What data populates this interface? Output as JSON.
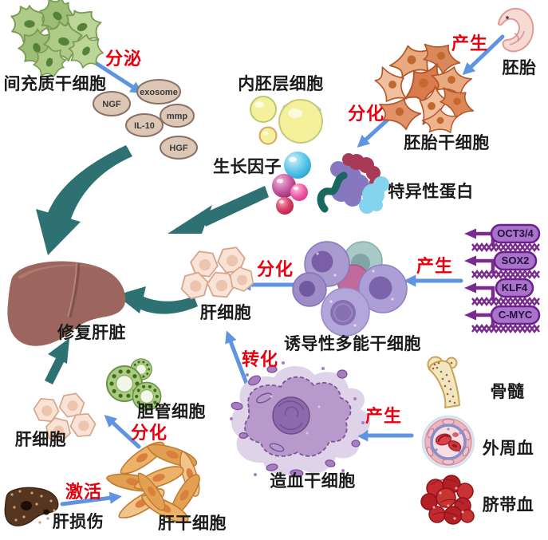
{
  "cell_labels": {
    "mesenchymal": "间充质干细胞",
    "endoderm": "内胚层细胞",
    "growth_factor": "生长因子",
    "specific_protein": "特异性蛋白",
    "embryo": "胚胎",
    "embryonic_sc": "胚胎干细胞",
    "ipsc": "诱导性多能干细胞",
    "hepatocyte": "肝细胞",
    "repair_liver": "修复肝脏",
    "bile_duct": "胆管细胞",
    "liver_sc": "肝干细胞",
    "liver_injury": "肝损伤",
    "hsc": "造血干细胞",
    "bone_marrow": "骨髓",
    "peripheral_blood": "外周血",
    "cord_blood": "脐带血"
  },
  "process_labels": {
    "secrete": "分泌",
    "produce": "产生",
    "differentiate": "分化",
    "transform": "转化",
    "activate": "激活"
  },
  "secreted_factors": [
    "NGF",
    "exosome",
    "IL-10",
    "mmp",
    "HGF"
  ],
  "reprogramming_genes": [
    "OCT3/4",
    "SOX2",
    "KLF4",
    "C-MYC"
  ],
  "colors": {
    "process_text": "#e8000f",
    "flow_arrow": "#5e94e0",
    "repair_arrow": "#2e7173"
  }
}
